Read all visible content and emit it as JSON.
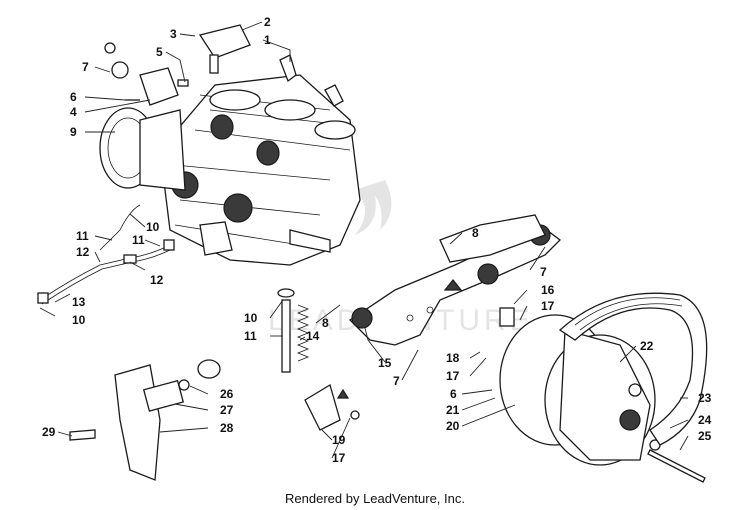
{
  "caption": "Rendered by LeadVenture, Inc.",
  "watermark": "LEADVENTURE",
  "callouts": {
    "c2": "2",
    "c1": "1",
    "c3": "3",
    "c5": "5",
    "c7a": "7",
    "c6a": "6",
    "c4": "4",
    "c9": "9",
    "c10a": "10",
    "c11a": "11",
    "c11b": "11",
    "c12a": "12",
    "c12b": "12",
    "c13": "13",
    "c10b": "10",
    "c8a": "8",
    "c7b": "7",
    "c16": "16",
    "c17a": "17",
    "c10c": "10",
    "c11c": "11",
    "c14": "14",
    "c8b": "8",
    "c15": "15",
    "c7c": "7",
    "c18": "18",
    "c17b": "17",
    "c6b": "6",
    "c21": "21",
    "c20": "20",
    "c22": "22",
    "c23": "23",
    "c24": "24",
    "c25": "25",
    "c26": "26",
    "c27": "27",
    "c28": "28",
    "c29": "29",
    "c19": "19",
    "c17c": "17"
  }
}
